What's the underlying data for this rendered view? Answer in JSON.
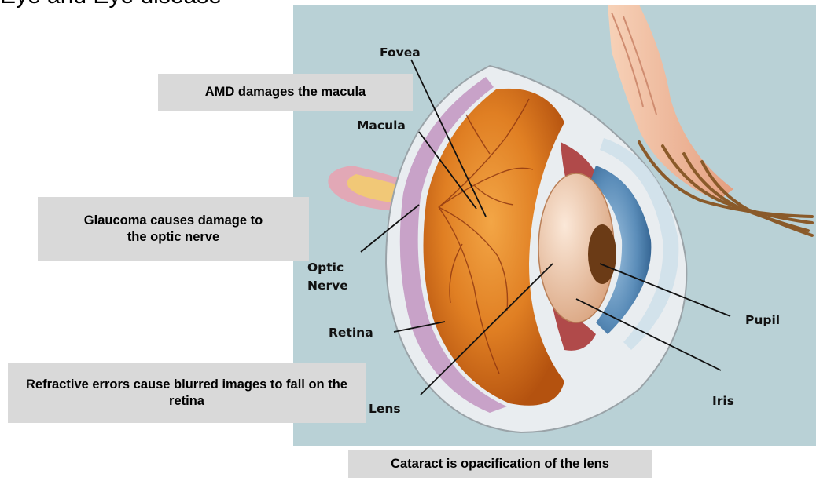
{
  "slide": {
    "title": "Eye and Eye disease"
  },
  "anatomy_labels": {
    "fovea": "Fovea",
    "macula": "Macula",
    "optic_nerve_line1": "Optic",
    "optic_nerve_line2": "Nerve",
    "retina": "Retina",
    "lens": "Lens",
    "iris": "Iris",
    "pupil": "Pupil"
  },
  "callouts": {
    "amd": "AMD damages the macula",
    "glaucoma": "Glaucoma causes damage to the optic nerve",
    "refractive": "Refractive errors cause blurred images to fall on the retina",
    "cataract": "Cataract is opacification of the lens"
  },
  "colors": {
    "background": "#b9d1d6",
    "callout_fill": "#d9d9d9",
    "retina": "#d77a1f",
    "sclera": "#e9edf0",
    "iris": "#4e7fa8",
    "lens": "#e9c5a6",
    "eyelid": "#f1bd9e"
  }
}
